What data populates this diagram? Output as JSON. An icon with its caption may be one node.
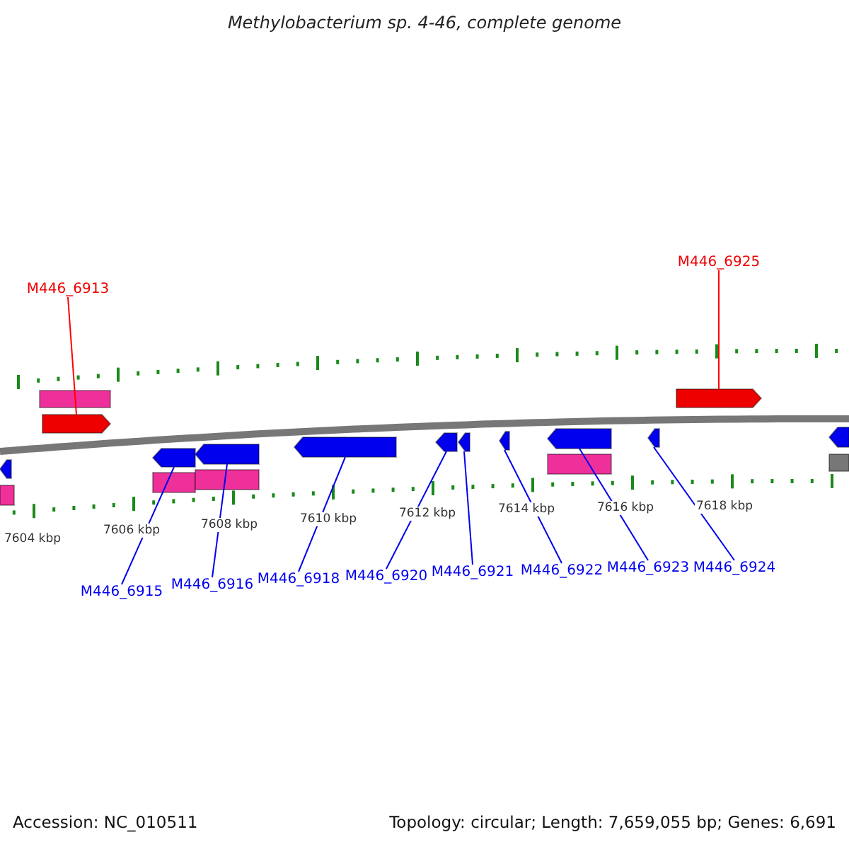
{
  "diagram": {
    "title": "Methylobacterium sp. 4-46, complete genome",
    "nodes": [
      {
        "text": [
          "M446_6913"
        ]
      },
      {
        "text": [
          "M446_6925"
        ]
      },
      {
        "text": [],
        "shape": "bar"
      },
      {
        "text": [],
        "shape": "arrow"
      },
      {
        "text": [],
        "shape": "arrow"
      },
      {
        "text": [],
        "shape": "arrow"
      },
      {
        "text": [],
        "shape": "arrow"
      },
      {
        "text": [],
        "shape": "arrow"
      },
      {
        "text": [],
        "shape": "arrow"
      },
      {
        "text": [],
        "shape": "arrow"
      },
      {
        "text": [],
        "shape": "arrow"
      },
      {
        "text": [],
        "shape": "arrow"
      },
      {
        "text": [],
        "shape": "arrow"
      },
      {
        "text": [],
        "shape": "arrow"
      },
      {
        "text": [],
        "shape": "arrow"
      },
      {
        "text": [],
        "shape": "bar"
      },
      {
        "text": [],
        "shape": "bar"
      },
      {
        "text": [],
        "shape": "bar"
      },
      {
        "text": [],
        "shape": "bar"
      },
      {
        "text": [],
        "shape": "bar"
      },
      {
        "text": [
          "M446_6915"
        ]
      },
      {
        "text": [
          "M446_6916"
        ]
      },
      {
        "text": [
          "M446_6918"
        ]
      },
      {
        "text": [
          "M446_6920"
        ]
      },
      {
        "text": [
          "M446_6921"
        ]
      },
      {
        "text": [
          "M446_6922"
        ]
      },
      {
        "text": [
          "M446_6923"
        ]
      },
      {
        "text": [
          "M446_6924"
        ]
      }
    ],
    "edges": [
      {
        "from": 0,
        "to": 3,
        "arrow": "none",
        "color": "#ff0000"
      },
      {
        "from": 1,
        "to": 4,
        "arrow": "none",
        "color": "#ff0000"
      },
      {
        "from": 20,
        "to": 6,
        "arrow": "none"
      },
      {
        "from": 21,
        "to": 7,
        "arrow": "none"
      },
      {
        "from": 22,
        "to": 8,
        "arrow": "none"
      },
      {
        "from": 23,
        "to": 9,
        "arrow": "none"
      },
      {
        "from": 24,
        "to": 10,
        "arrow": "none"
      },
      {
        "from": 25,
        "to": 11,
        "arrow": "none"
      },
      {
        "from": 26,
        "to": 12,
        "arrow": "none"
      },
      {
        "from": 27,
        "to": 13,
        "arrow": "none"
      }
    ],
    "labels": [
      "7604 kbp",
      "7606 kbp",
      "7608 kbp",
      "7610 kbp",
      "7612 kbp",
      "7614 kbp",
      "7616 kbp",
      "7618 kbp",
      "Accession: NC_010511",
      "Topology: circular; Length: 7,659,055 bp; Genes: 6,691"
    ]
  }
}
